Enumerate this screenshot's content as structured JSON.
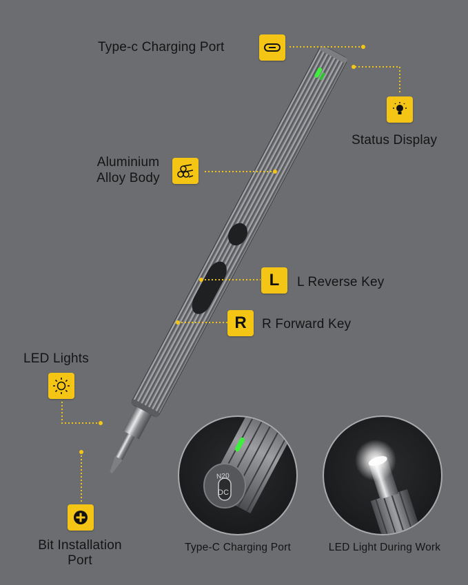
{
  "labels": {
    "type_c_port": "Type-c Charging Port",
    "status_display": "Status Display",
    "body_line1": "Aluminium",
    "body_line2": "Alloy Body",
    "reverse_key": "L Reverse Key",
    "forward_key": "R Forward Key",
    "led_lights": "LED Lights",
    "bit_line1": "Bit Installation",
    "bit_line2": "Port",
    "closeup_port": "Type-C Charging Port",
    "closeup_led": "LED Light During Work"
  },
  "badges": {
    "reverse_letter": "L",
    "forward_letter": "R"
  },
  "port_markings": {
    "model": "N20",
    "type": "DC"
  },
  "icons": {
    "type_c_port": "usb-c-port-icon",
    "status_display": "lightbulb-icon",
    "body": "material-rods-icon",
    "led_lights": "sun-icon",
    "bit_port": "plus-icon"
  },
  "colors": {
    "background": "#6b6d70",
    "badge": "#f4c514",
    "leader_line": "#f4c514",
    "status_led": "#3cf03c"
  }
}
